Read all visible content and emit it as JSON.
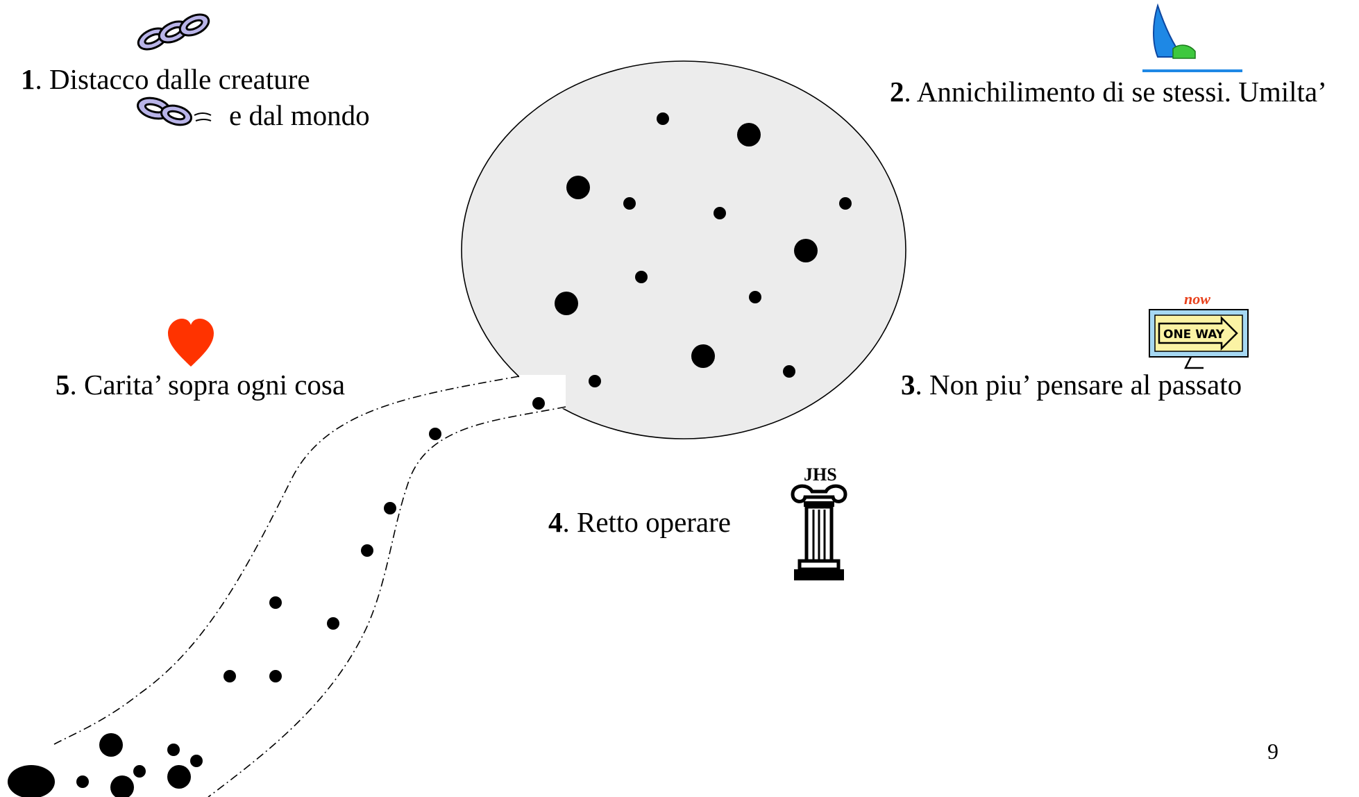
{
  "steps": [
    {
      "number": "1",
      "text": ". Distacco dalle creature",
      "text2": "e dal mondo"
    },
    {
      "number": "2",
      "text": ". Annichilimento di se stessi.  Umilta’"
    },
    {
      "number": "3",
      "text": ". Non piu’ pensare al passato"
    },
    {
      "number": "4",
      "text": ". Retto operare"
    },
    {
      "number": "5",
      "text": ". Carita’ sopra ogni cosa"
    }
  ],
  "icons": {
    "sign_caption": "now",
    "sign_text": "ONE WAY",
    "column_caption": "JHS"
  },
  "page_number": "9",
  "colors": {
    "circle_fill": "#ececec",
    "heart": "#ff3300",
    "chain": "#b9b4e8",
    "sail": "#1e88e5",
    "hull": "#3ec83e",
    "now_text": "#e8411c",
    "sign_screen": "#fbf3a4",
    "sign_frame": "#a6d8f2"
  }
}
